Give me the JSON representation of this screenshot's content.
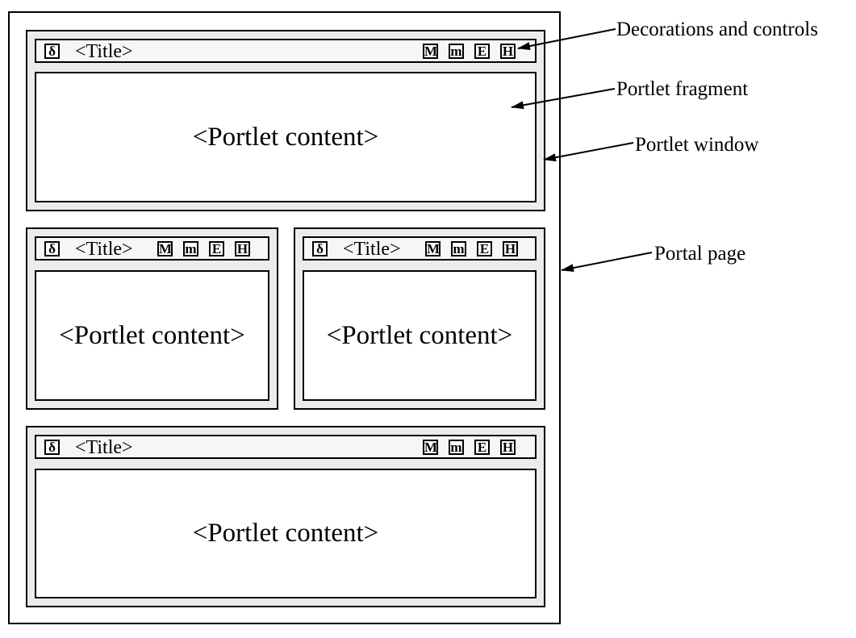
{
  "portlets": [
    {
      "icon": "δ",
      "title": "<Title>",
      "controls": [
        "M",
        "m",
        "E",
        "H"
      ],
      "content": "<Portlet content>"
    },
    {
      "icon": "δ",
      "title": "<Title>",
      "controls": [
        "M",
        "m",
        "E",
        "H"
      ],
      "content": "<Portlet content>"
    },
    {
      "icon": "δ",
      "title": "<Title>",
      "controls": [
        "M",
        "m",
        "E",
        "H"
      ],
      "content": "<Portlet content>"
    },
    {
      "icon": "δ",
      "title": "<Title>",
      "controls": [
        "M",
        "m",
        "E",
        "H"
      ],
      "content": "<Portlet content>"
    }
  ],
  "labels": {
    "decorations": "Decorations and controls",
    "fragment": "Portlet fragment",
    "window": "Portlet window",
    "page": "Portal page"
  }
}
